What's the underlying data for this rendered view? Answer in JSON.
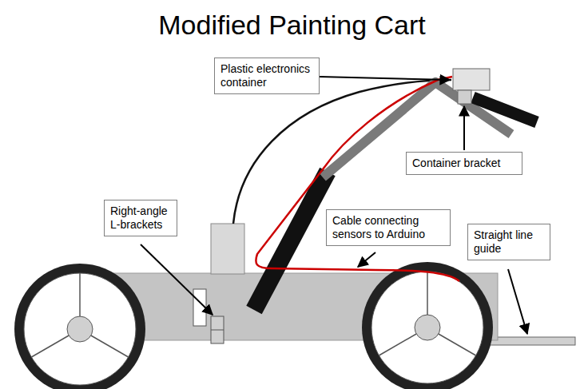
{
  "diagram": {
    "title": "Modified Painting Cart",
    "nodes": [
      {
        "text": [
          "Plastic electronics container"
        ]
      },
      {
        "text": [
          "Container bracket"
        ]
      },
      {
        "text": [
          "Right-angle L-brackets"
        ]
      },
      {
        "text": [
          "Cable connecting sensors to Arduino"
        ]
      },
      {
        "text": [
          "Straight line guide"
        ]
      }
    ]
  }
}
